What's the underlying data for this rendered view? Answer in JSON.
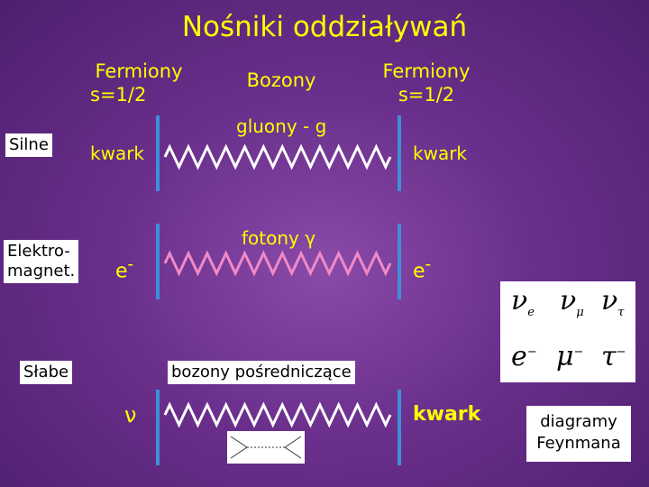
{
  "title": "Nośniki oddziaływań",
  "headers": {
    "left": [
      "Fermiony",
      "s=1/2"
    ],
    "center": "Bozony",
    "right": [
      "Fermiony",
      "s=1/2"
    ]
  },
  "rows": [
    {
      "name": "Silne",
      "left_particle": "kwark",
      "boson": "gluony - g",
      "right_particle": "kwark",
      "wave_color": "#ffffff"
    },
    {
      "name": [
        "Elektro-",
        "magnet."
      ],
      "left_particle": "e",
      "left_sup": "-",
      "boson": "fotony γ",
      "right_particle": "e",
      "right_sup": "-",
      "wave_color": "#f08ac8"
    },
    {
      "name": "Słabe",
      "left_particle": "ν",
      "boson": "bozony pośredniczące",
      "right_particle": "kwark",
      "wave_color": "#ffffff"
    }
  ],
  "lepton_table": {
    "top": [
      {
        "sym": "ν",
        "sub": "e"
      },
      {
        "sym": "ν",
        "sub": "μ"
      },
      {
        "sym": "ν",
        "sub": "τ"
      }
    ],
    "bottom": [
      {
        "sym": "e",
        "sup": "−"
      },
      {
        "sym": "μ",
        "sup": "−"
      },
      {
        "sym": "τ",
        "sup": "−"
      }
    ]
  },
  "caption": [
    "diagramy",
    "Feynmana"
  ],
  "colors": {
    "line": "#3f8fd8",
    "text": "#ffff00",
    "weak_label": "#1a3fa0"
  }
}
